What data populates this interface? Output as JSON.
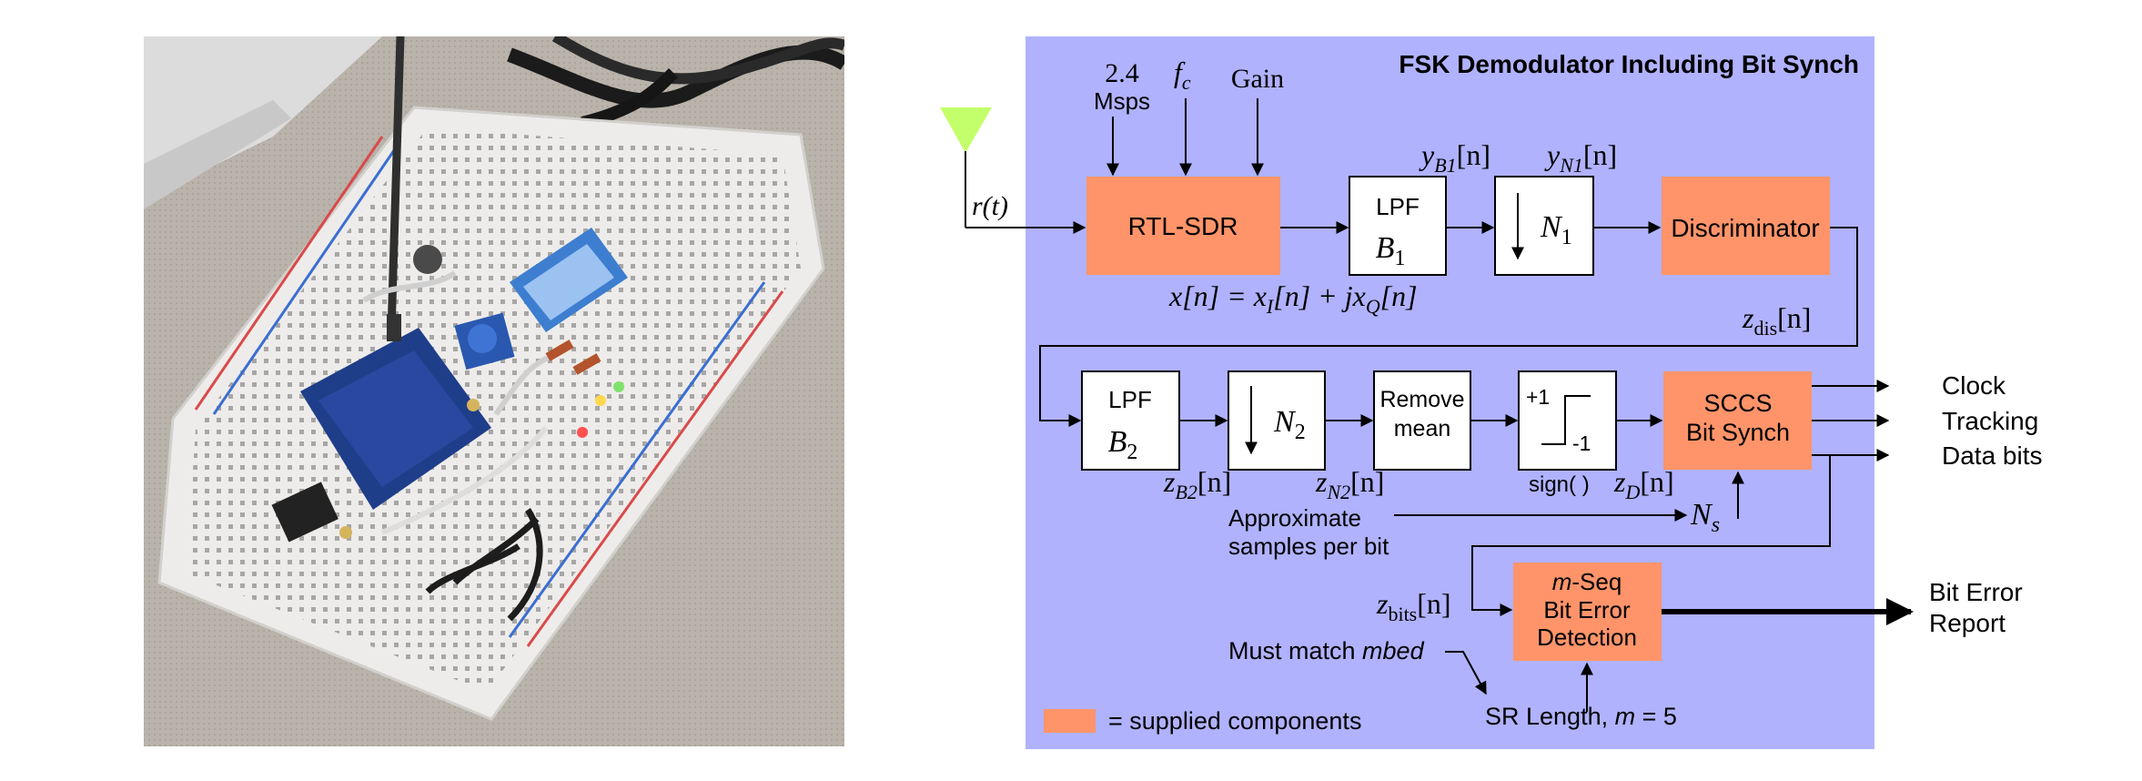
{
  "photo": {
    "content": "Photograph of a breadboard with a blue audio codec board, a DIP switch bank, a potentiometer, LEDs and jumper wires"
  },
  "diagram": {
    "title": "FSK Demodulator Including Bit Synch",
    "colors": {
      "panel": "#b0b2fe",
      "supplied": "#ff946a",
      "block": "#ffffff",
      "antenna": "#c3ff6b",
      "line": "#000000"
    },
    "inputs": {
      "rate_value": "2.4",
      "rate_unit": "Msps",
      "fc_main": "f",
      "fc_sub": "c",
      "gain": "Gain"
    },
    "signals": {
      "r_t": "r(t)",
      "yb1_main": "y",
      "yb1_sub": "B1",
      "yb1_arg": "[n]",
      "yn1_main": "y",
      "yn1_sub": "N1",
      "yn1_arg": "[n]",
      "x_eq": "x[n]  =  x",
      "x_i_sub": "I",
      "x_mid": "[n] + jx",
      "x_q_sub": "Q",
      "x_end": "[n]",
      "zdis_main": "z",
      "zdis_sub": "dis",
      "zdis_arg": "[n]",
      "zb2_main": "z",
      "zb2_sub": "B2",
      "zb2_arg": "[n]",
      "zn2_main": "z",
      "zn2_sub": "N2",
      "zn2_arg": "[n]",
      "zd_main": "z",
      "zd_sub": "D",
      "zd_arg": "[n]",
      "zbits_main": "z",
      "zbits_sub": "bits",
      "zbits_arg": "[n]",
      "ns_main": "N",
      "ns_sub": "s"
    },
    "blocks": {
      "rtl": "RTL-SDR",
      "lpf1_title": "LPF",
      "lpf1_main": "B",
      "lpf1_sub": "1",
      "dec1_main": "N",
      "dec1_sub": "1",
      "discriminator": "Discriminator",
      "lpf2_title": "LPF",
      "lpf2_main": "B",
      "lpf2_sub": "2",
      "dec2_main": "N",
      "dec2_sub": "2",
      "remove_line1": "Remove",
      "remove_line2": "mean",
      "sign_plus": "+1",
      "sign_minus": "-1",
      "sign_label": "sign( )",
      "sccs_line1": "SCCS",
      "sccs_line2": "Bit Synch",
      "mseq_m": "m",
      "mseq_rest": "-Seq",
      "mseq_line2": "Bit Error",
      "mseq_line3": "Detection"
    },
    "outputs": {
      "clock": "Clock",
      "tracking": "Tracking",
      "data_bits": "Data bits",
      "report_line1": "Bit Error",
      "report_line2": "Report"
    },
    "notes": {
      "approx_line1": "Approximate",
      "approx_line2": "samples per bit",
      "must_match": "Must match ",
      "must_match_em": "mbed",
      "sr_length": "SR Length, ",
      "sr_m": "m",
      "sr_value": " = 5"
    },
    "legend": {
      "label": "= supplied components"
    }
  }
}
